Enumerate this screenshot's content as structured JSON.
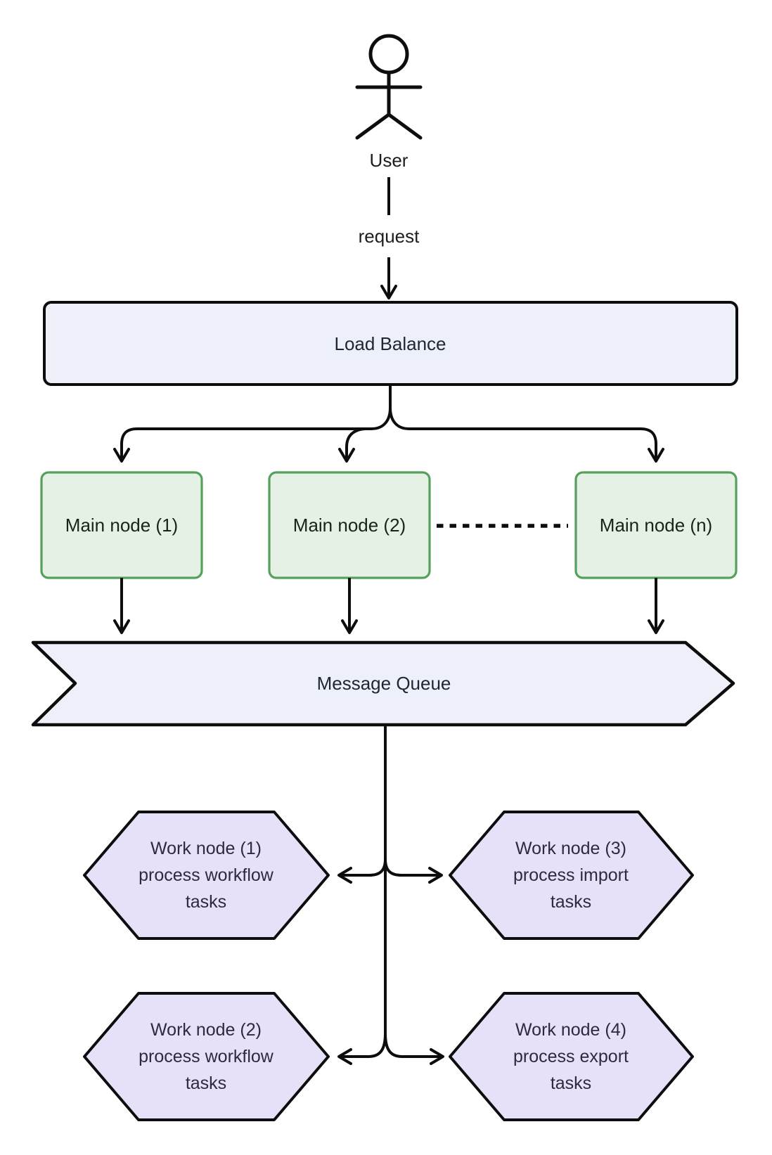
{
  "diagram": {
    "actor": {
      "label": "User"
    },
    "edges": {
      "request_label": "request"
    },
    "load_balancer": {
      "label": "Load Balance"
    },
    "main_nodes": [
      {
        "label": "Main node (1)"
      },
      {
        "label": "Main node (2)"
      },
      {
        "label": "Main node (n)"
      }
    ],
    "queue": {
      "label": "Message Queue"
    },
    "work_nodes": [
      {
        "lines": [
          "Work node (1)",
          "process workflow",
          "tasks"
        ]
      },
      {
        "lines": [
          "Work node (3)",
          "process import",
          "tasks"
        ]
      },
      {
        "lines": [
          "Work node (2)",
          "process workflow",
          "tasks"
        ]
      },
      {
        "lines": [
          "Work node (4)",
          "process export",
          "tasks"
        ]
      }
    ],
    "colors": {
      "background": "#ffffff",
      "line": "#0d0d0d",
      "panel_fill": "#edf0f9",
      "main_node_fill": "#e4f1e4",
      "main_node_border": "#55a05c",
      "work_node_fill": "#e6e0f8",
      "work_node_border": "#0d0d0d"
    }
  }
}
